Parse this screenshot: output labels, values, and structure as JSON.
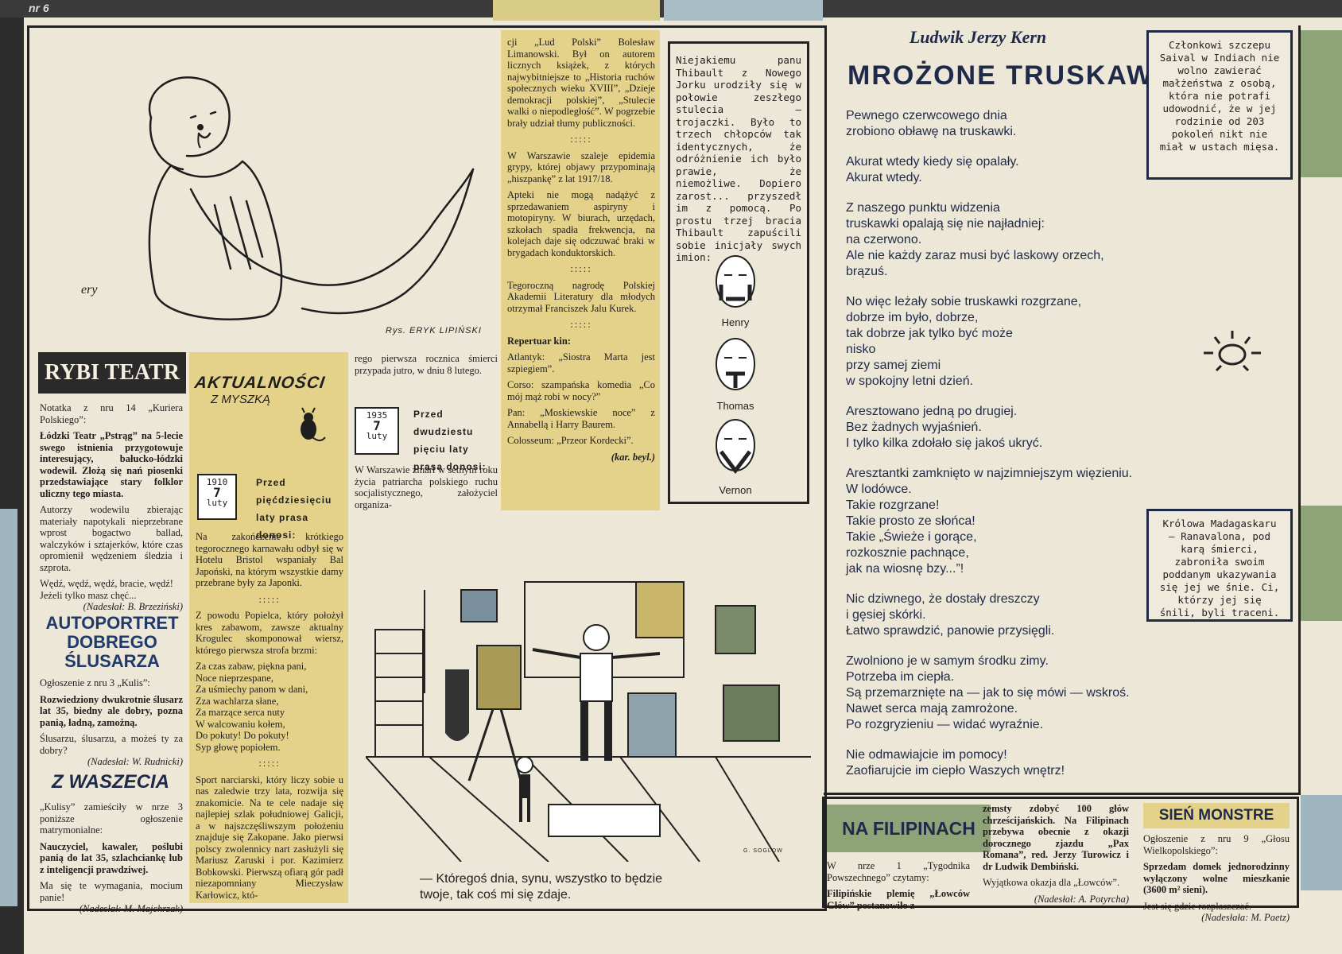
{
  "masthead": "nr 6",
  "cartoon1": {
    "signature": "ery",
    "caption": "Rys. ERYK LIPIŃSKI"
  },
  "rybi": {
    "title": "RYBI TEATR",
    "intro": "Notatka z nru 14 „Kuriera Polskiego”:",
    "body": "Łódzki Teatr „Pstrąg” na 5-lecie swego istnienia przygotowuje interesujący, bałucko-łódzki wodewil. Złożą się nań piosenki przedstawiające stary folklor ulicz­ny tego miasta.",
    "body2": "Autorzy wodewilu zbierając materiały napotykali nieprzebrane wprost bogactwo ballad, walczyków i sztajerków, które czas opromienił wędzeniem śledzia i szprota.",
    "verse1": "Wędź, wędź, wędź, bracie, wędź!",
    "verse2": "Jeżeli tylko masz chęć...",
    "sig": "(Nadesłał: B. Brzeziński)"
  },
  "autoportret": {
    "title1": "AUTOPORTRET",
    "title2": "DOBREGO",
    "title3": "ŚLUSARZA",
    "intro": "Ogłoszenie z nru 3 „Kulis”:",
    "body": "Rozwiedziony dwukrotnie ślusarz lat 35, biedny ale dobry, pozna panią, ładną, zamożną.",
    "verse": "Ślusarzu, ślusarzu, a możeś ty za dobry?",
    "sig": "(Nadesłał: W. Rudnicki)"
  },
  "waszecia": {
    "title": "Z WASZECIA",
    "intro": "„Kulisy” zamieściły w nrze 3 poniższe ogłoszenie matrymonialne:",
    "body": "Nauczyciel, kawaler, poślubi panią do lat 35, szlachciankę lub z inteligencji prawdziwej.",
    "verse": "Ma się te wymagania, mocium panie!",
    "sig": "(Nadesłał: M. Majchrzak)"
  },
  "aktualnosci": {
    "title": "AKTUALNOŚCI",
    "subtitle": "Z MYSZKĄ",
    "date1": {
      "year": "1910",
      "day": "7",
      "month": "luty"
    },
    "head1": "Przed pięćdziesięciu laty prasa donosi:",
    "p1": "Na zakończenie krótkiego tegorocznego karnawału odbył się w Hotelu Bristol wspaniały Bal Japoński, na którym wszystkie damy przebrane były za Japonki.",
    "p2": "Z powodu Popielca, który położył kres zabawom, zawsze aktualny Krogulec skomponował wiersz, którego pierwsza strofa brzmi:",
    "v1": "Za czas zabaw, piękna pani,",
    "v2": "Noce nieprzespane,",
    "v3": "Za uśmiechy panom w dani,",
    "v4": "Zza wachlarza słane,",
    "v5": "Za marzące serca nuty",
    "v6": "W walcowaniu kołem,",
    "v7": "Do pokuty! Do pokuty!",
    "v8": "Syp głowę popiołem.",
    "p3": "Sport narciarski, który liczy sobie u nas zaledwie trzy lata, rozwija się znakomicie. Na te cele nadaje się najlepiej szlak południowej Galicji, a w najszczęśliwszym położeniu znajduje się Zakopane. Jako pierwsi polscy zwolennicy nart zasłużyli się Mariusz Zaruski i por. Kazimierz Bobkowski. Pierwszą ofiarą gór padł niezapomniany Mieczysław Karłowicz, któ-",
    "p4": "rego pierwsza rocznica śmierci przypada jutro, w dniu 8 lutego.",
    "date2": {
      "year": "1935",
      "day": "7",
      "month": "luty"
    },
    "head2": "Przed dwudziestu pięciu laty prasa donosi:",
    "p5": "W Warszawie zmarł w setnym roku życia patriarcha polskiego ruchu socjalistycznego, założyciel organiza-",
    "p6": "cji „Lud Polski” Bolesław Limanowski. Był on autorem licznych książek, z których najwybitniejsze to „Historia ruchów społecznych wieku XVIII”, „Dzieje demokracji polskiej”, „Stulecie walki o niepodległość”. W pogrzebie brały udział tłumy publiczności.",
    "p7": "W Warszawie szaleje epidemia grypy, której objawy przypominają „hiszpankę” z lat 1917/18.",
    "p8": "Apteki nie mogą nadążyć z sprzedawaniem aspiryny i motopiryny. W biurach, urzędach, szkołach spadła frekwencja, na kolejach daje się odczuwać braki w brygadach konduktorskich.",
    "p9": "Tegoroczną nagrodę Polskiej Akademii Literatury dla młodych otrzymał Franciszek Jalu Kurek.",
    "rep": "Repertuar kin:",
    "k1": "Atlantyk: „Siostra Marta jest szpiegiem”.",
    "k2": "Corso: szampańska komedia „Co mój mąż robi w nocy?”",
    "k3": "Pan: „Moskiewskie noce” z Annabellą i Harry Baurem.",
    "k4": "Colosseum: „Przeor Kordecki”.",
    "sig": "(kar. beyl.)"
  },
  "triplets": {
    "text": "Niejakiemu panu Thibault z Nowego Jorku urodziły się w połowie zeszłego stulecia — trojaczki. Było to trzech chłopców tak identycznych, że odróżnienie ich było prawie, że niemożliwe. Dopiero zarost... przyszedł im z pomocą. Po prostu trzej bracia Thibault zapuścili sobie inicjały swych imion:",
    "n1": "Henry",
    "n2": "Thomas",
    "n3": "Vernon"
  },
  "cartoon2": {
    "caption1": "— Któregoś dnia, synu, wszystko to będzie",
    "caption2": "twoje, tak coś mi się zdaje.",
    "signature": "G. SOGLOW"
  },
  "poem": {
    "author": "Ludwik Jerzy Kern",
    "title": "MROŻONE TRUSKAWKI",
    "l1": "Pewnego czerwcowego dnia",
    "l2": "zrobiono obławę na truskawki.",
    "l3": "Akurat wtedy kiedy się opalały.",
    "l4": "Akurat wtedy.",
    "l5": "Z naszego punktu widzenia",
    "l6": "truskawki opalają się nie najładniej:",
    "l7": "na czerwono.",
    "l8": "Ale nie każdy zaraz musi być laskowy orzech,",
    "l9": "brązuś.",
    "l10": "No więc leżały sobie truskawki rozgrzane,",
    "l11": "dobrze im było, dobrze,",
    "l12": "tak dobrze jak tylko być może",
    "l13": "nisko",
    "l14": "przy samej ziemi",
    "l15": "w spokojny letni dzień.",
    "l16": "Aresztowano jedną po drugiej.",
    "l17": "Bez żadnych wyjaśnień.",
    "l18": "I tylko kilka zdołało się jakoś ukryć.",
    "l19": "Aresztantki zamknięto w najzimniejszym więzieniu.",
    "l20": "W lodówce.",
    "l21": "Takie rozgrzane!",
    "l22": "Takie prosto ze słońca!",
    "l23": "Takie „Świeże i gorące,",
    "l24": "rozkosznie pachnące,",
    "l25": "jak na wiosnę bzy...”!",
    "l26": "Nic dziwnego, że dostały dreszczy",
    "l27": "i gęsiej skórki.",
    "l28": "Łatwo sprawdzić, panowie przysięgli.",
    "l29": "Zwolniono je w samym środku zimy.",
    "l30": "Potrzeba im ciepła.",
    "l31": "Są przemarznięte na — jak to się mówi — wskroś.",
    "l32": "Nawet serca mają zamrożone.",
    "l33": "Po rozgryzieniu — widać wyraźnie.",
    "l34": "Nie odmawiajcie im pomocy!",
    "l35": "Zaofiarujcie im ciepło Waszych wnętrz!"
  },
  "saival": "Członkowi szczepu Saival w Indiach nie wolno zawierać małżeństwa z osobą, która nie potrafi udowodnić, że w jej rodzinie od 203 pokoleń nikt nie miał w ustach mięsa.",
  "madagaskar": "Królowa Madagaskaru — Ranavalona, pod karą śmierci, zabroniła swoim poddanym ukazywania się jej we śnie. Ci, którzy jej się śnili, byli traceni.",
  "filipiny": {
    "title": "NA FILIPINACH",
    "intro": "W nrze 1 „Tygodnika Powszechnego” czytamy:",
    "body": "Filipińskie plemię „Łowców Głów” postanowiło z",
    "body2": "zemsty zdobyć 100 głów chrześcijańskich. Na Filipinach przebywa obecnie z okazji dorocznego zjazdu „Pax Romana”, red. Jerzy Turowicz i dr Ludwik Dembiński.",
    "verse": "Wyjątkowa okazja dla „Łowców”.",
    "sig": "(Nadesłał: A. Potyrcha)"
  },
  "sien": {
    "title": "SIEŃ MONSTRE",
    "intro": "Ogłoszenie z nru 9 „Głosu Wielkopolskiego”:",
    "body": "Sprzedam domek jednorodzinny wyłączony wolne mieszkanie (3600 m² sieni).",
    "verse": "Jest się gdzie rozpłaszczać.",
    "sig": "(Nadesłała: M. Paetz)"
  },
  "colors": {
    "paper": "#ece7d6",
    "yellow": "#e5d28a",
    "navy": "#1f2a4a",
    "green": "#8ea377",
    "blue": "#9fb6c0"
  }
}
